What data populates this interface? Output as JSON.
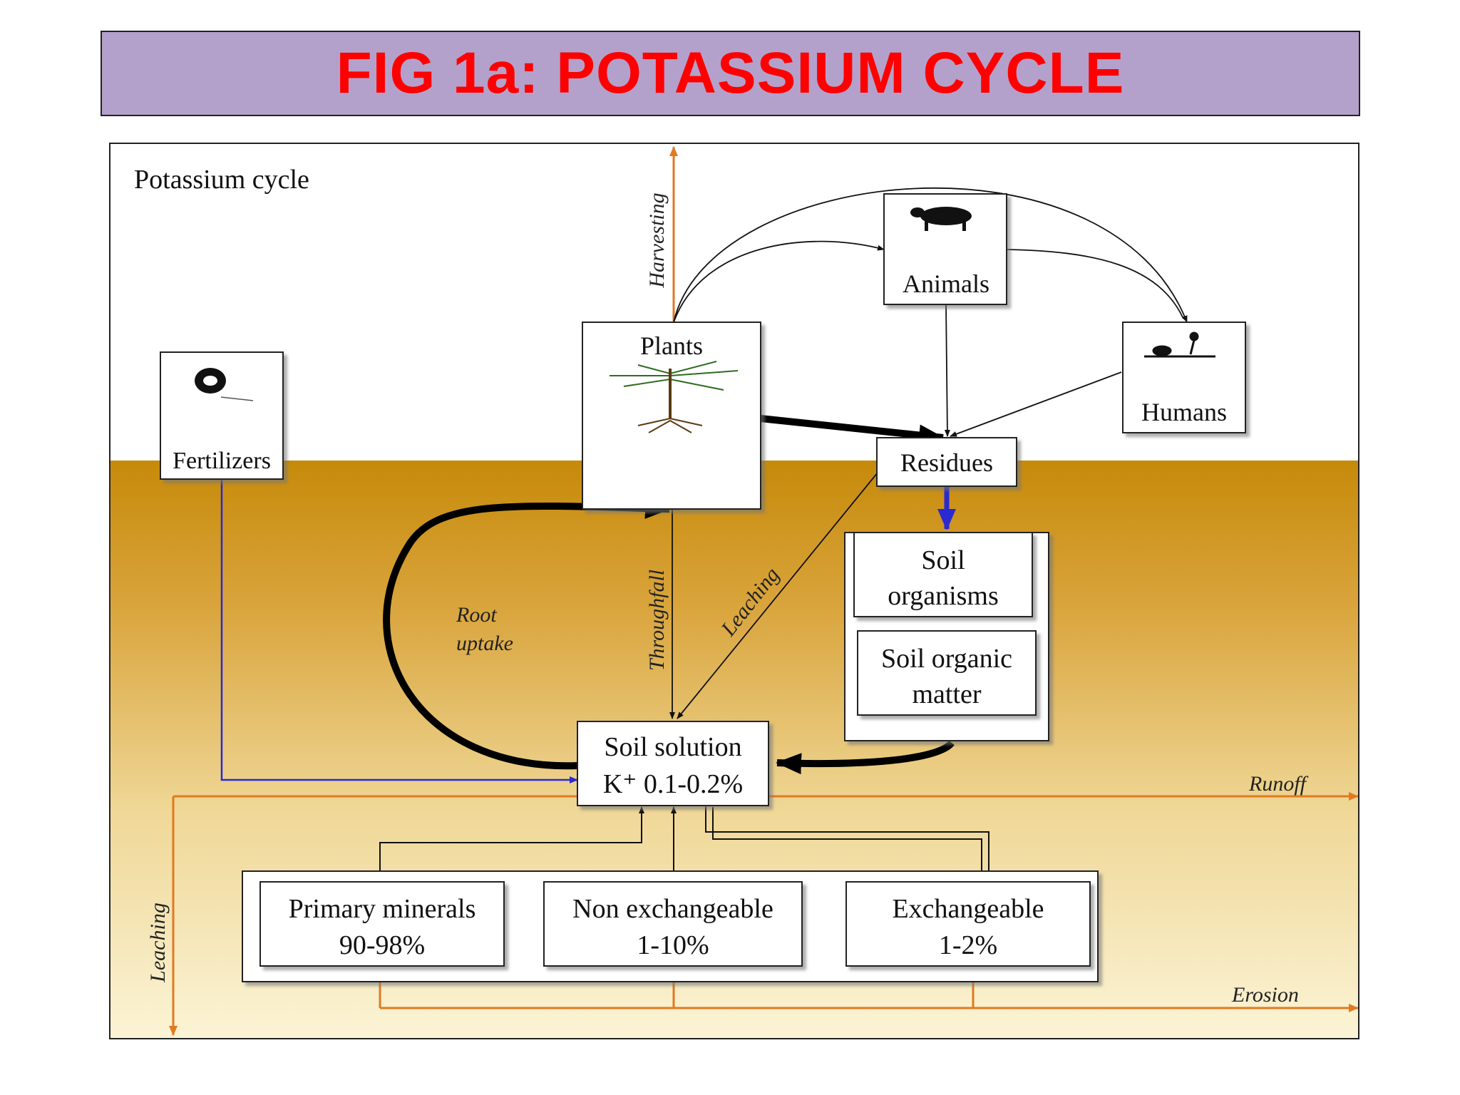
{
  "title": "FIG 1a: POTASSIUM CYCLE",
  "diagram": {
    "heading": "Potassium cycle",
    "nodes": {
      "plants": "Plants",
      "animals": "Animals",
      "humans": "Humans",
      "fertilizers": "Fertilizers",
      "residues": "Residues",
      "soil_organisms": [
        "Soil",
        "organisms"
      ],
      "soil_organic_matter": [
        "Soil organic",
        "matter"
      ],
      "soil_solution": [
        "Soil solution",
        "K⁺ 0.1-0.2%"
      ],
      "primary_minerals": [
        "Primary minerals",
        "90-98%"
      ],
      "non_exchangeable": [
        "Non exchangeable",
        "1-10%"
      ],
      "exchangeable": [
        "Exchangeable",
        "1-2%"
      ]
    },
    "flow_labels": {
      "harvesting": "Harvesting",
      "root_uptake": [
        "Root",
        "uptake"
      ],
      "throughfall": "Throughfall",
      "leaching_diag": "Leaching",
      "runoff": "Runoff",
      "leaching_side": "Leaching",
      "erosion": "Erosion"
    },
    "colors": {
      "soil_top": "#c68a0a",
      "soil_bottom": "#fbf4d6",
      "orange_flow": "#e07a22",
      "blue_flow": "#2a2ad0"
    }
  }
}
